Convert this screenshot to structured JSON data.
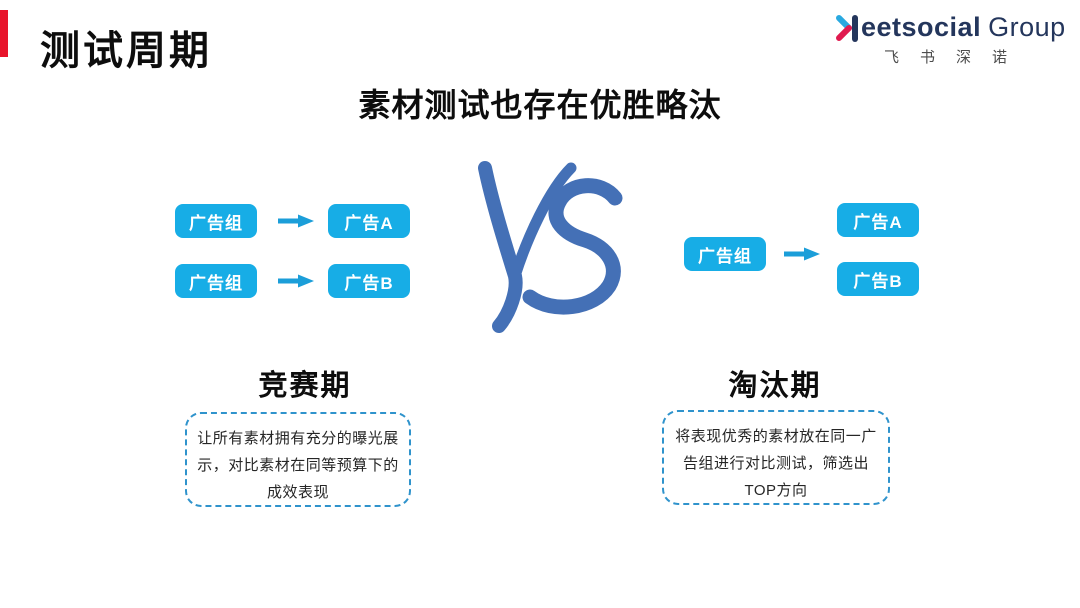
{
  "slide": {
    "title": "测试周期",
    "heading": "素材测试也存在优胜略汰",
    "vs": "VS"
  },
  "logo": {
    "wordmark_rest": "eetsocial",
    "wordmark_group": "Group",
    "subtext": "飞书深诺"
  },
  "left_diagram": {
    "rows": [
      {
        "source": "广告组",
        "target": "广告A"
      },
      {
        "source": "广告组",
        "target": "广告B"
      }
    ]
  },
  "right_diagram": {
    "source": "广告组",
    "targets": [
      "广告A",
      "广告B"
    ]
  },
  "sections": [
    {
      "heading": "竞赛期",
      "body": "让所有素材拥有充分的曝光展示，对比素材在同等预算下的成效表现",
      "body_lines": [
        "让所有素材拥有充分的曝光展",
        "示，对比素材在同等预算下的",
        "成效表现"
      ]
    },
    {
      "heading": "淘汰期",
      "body": "将表现优秀的素材放在同一广告组进行对比测试，筛选出TOP方向",
      "body_lines": [
        "将表现优秀的素材放在同一广",
        "告组进行对比测试，筛选出",
        "TOP方向"
      ]
    }
  ],
  "colors": {
    "accent_red": "#e8142b",
    "box_cyan": "#17ade6",
    "arrow_blue": "#1b9ed9",
    "vs_blue": "#4470b6",
    "dashed_border": "#2f93cc",
    "logo_navy": "#24365c",
    "logo_blue": "#29a9e0",
    "logo_red": "#e01a4f",
    "subtext_gray": "#4d4d4d"
  }
}
